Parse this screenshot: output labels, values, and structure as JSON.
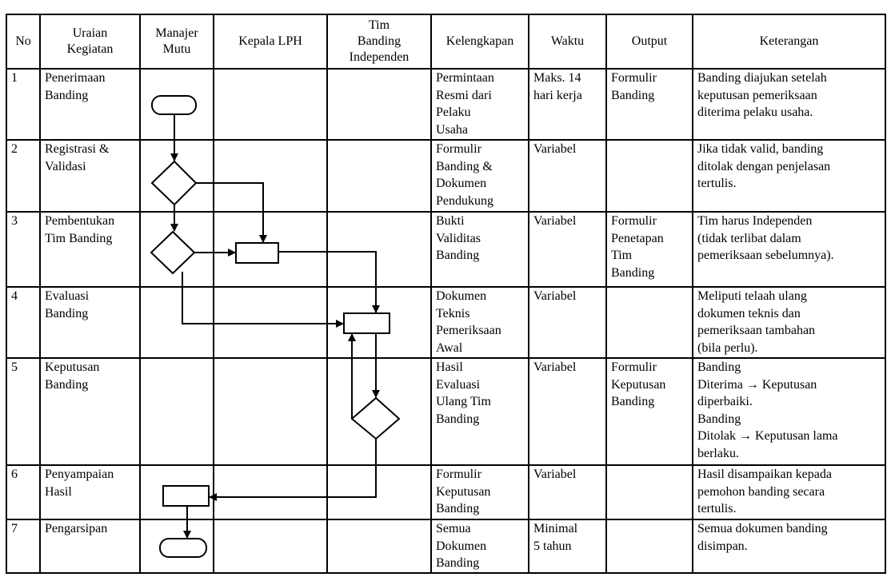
{
  "headers": {
    "no": "No",
    "uraian": "Uraian\nKegiatan",
    "manajer": "Manajer\nMutu",
    "kepala": "Kepala LPH",
    "tim": "Tim\nBanding\nIndependen",
    "kelengkapan": "Kelengkapan",
    "waktu": "Waktu",
    "output": "Output",
    "keterangan": "Keterangan"
  },
  "rows": [
    {
      "no": "1",
      "uraian": "Penerimaan\nBanding",
      "kelengkapan": "Permintaan\nResmi dari\nPelaku\nUsaha",
      "waktu": "Maks. 14\nhari kerja",
      "output": "Formulir\nBanding",
      "keterangan": "Banding diajukan setelah\nkeputusan pemeriksaan\nditerima pelaku usaha."
    },
    {
      "no": "2",
      "uraian": "Registrasi &\nValidasi",
      "kelengkapan": "Formulir\nBanding &\nDokumen\nPendukung",
      "waktu": "Variabel",
      "output": "",
      "keterangan": "Jika tidak valid, banding\nditolak dengan penjelasan\ntertulis."
    },
    {
      "no": "3",
      "uraian": "Pembentukan\nTim Banding",
      "kelengkapan": "Bukti\nValiditas\nBanding",
      "waktu": "Variabel",
      "output": "Formulir\nPenetapan\nTim\nBanding",
      "keterangan": "Tim harus Independen\n(tidak terlibat dalam\npemeriksaan sebelumnya)."
    },
    {
      "no": "4",
      "uraian": "Evaluasi\nBanding",
      "kelengkapan": "Dokumen\nTeknis\nPemeriksaan\nAwal",
      "waktu": "Variabel",
      "output": "",
      "keterangan": "Meliputi telaah ulang\ndokumen teknis dan\npemeriksaan tambahan\n(bila perlu)."
    },
    {
      "no": "5",
      "uraian": "Keputusan\nBanding",
      "kelengkapan": "Hasil\nEvaluasi\nUlang Tim\nBanding",
      "waktu": "Variabel",
      "output": "Formulir\nKeputusan\nBanding",
      "keterangan": "Banding\nDiterima → Keputusan\ndiperbaiki.\nBanding\nDitolak → Keputusan lama\nberlaku."
    },
    {
      "no": "6",
      "uraian": "Penyampaian\nHasil",
      "kelengkapan": "Formulir\nKeputusan\nBanding",
      "waktu": "Variabel",
      "output": "",
      "keterangan": "Hasil disampaikan kepada\npemohon banding secara\ntertulis."
    },
    {
      "no": "7",
      "uraian": "Pengarsipan",
      "kelengkapan": "Semua\nDokumen\nBanding",
      "waktu": "Minimal\n5 tahun",
      "output": "",
      "keterangan": "Semua dokumen banding\ndisimpan."
    }
  ]
}
